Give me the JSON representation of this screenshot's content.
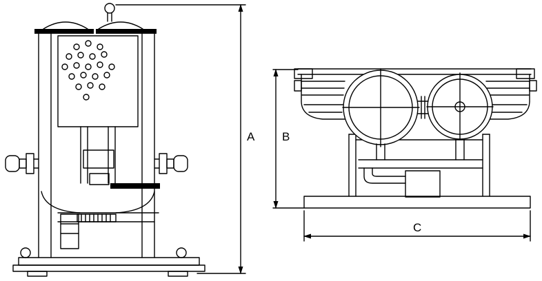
{
  "colors": {
    "background": "#ffffff",
    "line": "#000000"
  },
  "dimensions": {
    "a": "A",
    "b": "B",
    "c": "C"
  }
}
